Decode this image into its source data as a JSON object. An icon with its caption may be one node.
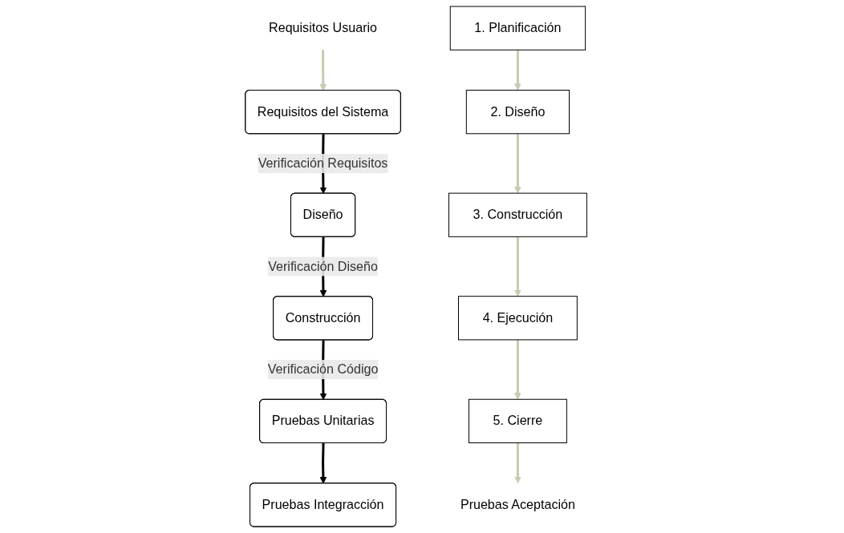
{
  "diagram": {
    "nodes": [
      {
        "text": [
          "Requisitos Usuario"
        ]
      },
      {
        "text": [
          "Requisitos del Sistema"
        ]
      },
      {
        "text": [
          "Diseño"
        ]
      },
      {
        "text": [
          "Construcción"
        ]
      },
      {
        "text": [
          "Pruebas Unitarias"
        ]
      },
      {
        "text": [
          "Pruebas Integracción"
        ]
      },
      {
        "text": [
          "1. Planificación"
        ]
      },
      {
        "text": [
          "2. Diseño"
        ]
      },
      {
        "text": [
          "3. Construcción"
        ]
      },
      {
        "text": [
          "4. Ejecución"
        ]
      },
      {
        "text": [
          "5. Cierre"
        ]
      },
      {
        "text": [
          "Pruebas Aceptación"
        ]
      }
    ],
    "edges": [
      {
        "from": 0,
        "to": 1,
        "arrow": "to",
        "color": "#c5cdb0"
      },
      {
        "from": 1,
        "to": 2,
        "arrow": "to",
        "label": "Verificación Requisitos",
        "color": "#000000"
      },
      {
        "from": 2,
        "to": 3,
        "arrow": "to",
        "label": "Verificación Diseño",
        "color": "#000000"
      },
      {
        "from": 3,
        "to": 4,
        "arrow": "to",
        "label": "Verificación Código",
        "color": "#000000"
      },
      {
        "from": 4,
        "to": 5,
        "arrow": "to",
        "color": "#000000"
      },
      {
        "from": 6,
        "to": 7,
        "arrow": "to",
        "color": "#c5cdb0"
      },
      {
        "from": 7,
        "to": 8,
        "arrow": "to",
        "color": "#c5cdb0"
      },
      {
        "from": 8,
        "to": 9,
        "arrow": "to",
        "color": "#c5cdb0"
      },
      {
        "from": 9,
        "to": 10,
        "arrow": "to",
        "color": "#c5cdb0"
      },
      {
        "from": 10,
        "to": 11,
        "arrow": "to",
        "color": "#c5cdb0"
      }
    ]
  }
}
